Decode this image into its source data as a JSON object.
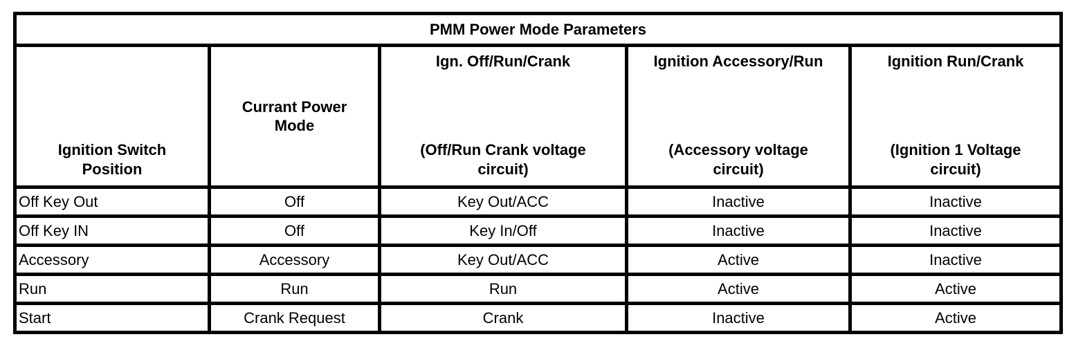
{
  "title": "PMM Power Mode Parameters",
  "colors": {
    "border": "#000000",
    "text": "#000000",
    "background": "#ffffff"
  },
  "table": {
    "columns": [
      {
        "id": "ignition-switch-position",
        "bottom": "Ignition Switch\nPosition"
      },
      {
        "id": "current-power-mode",
        "middle": "Currant Power\nMode"
      },
      {
        "id": "ign-off-run-crank",
        "top": "Ign. Off/Run/Crank",
        "bottom": "(Off/Run Crank voltage\ncircuit)"
      },
      {
        "id": "ignition-accessory-run",
        "top": "Ignition Accessory/Run",
        "bottom": "(Accessory voltage\ncircuit)"
      },
      {
        "id": "ignition-run-crank",
        "top": "Ignition Run/Crank",
        "bottom": "(Ignition 1 Voltage\ncircuit)"
      }
    ],
    "rows": [
      {
        "cells": [
          "Off Key Out",
          "Off",
          "Key Out/ACC",
          "Inactive",
          "Inactive"
        ]
      },
      {
        "cells": [
          "Off Key IN",
          "Off",
          "Key In/Off",
          "Inactive",
          "Inactive"
        ]
      },
      {
        "cells": [
          "Accessory",
          "Accessory",
          "Key Out/ACC",
          "Active",
          "Inactive"
        ]
      },
      {
        "cells": [
          "Run",
          "Run",
          "Run",
          "Active",
          "Active"
        ]
      },
      {
        "cells": [
          "Start",
          "Crank Request",
          "Crank",
          "Inactive",
          "Active"
        ]
      }
    ]
  }
}
